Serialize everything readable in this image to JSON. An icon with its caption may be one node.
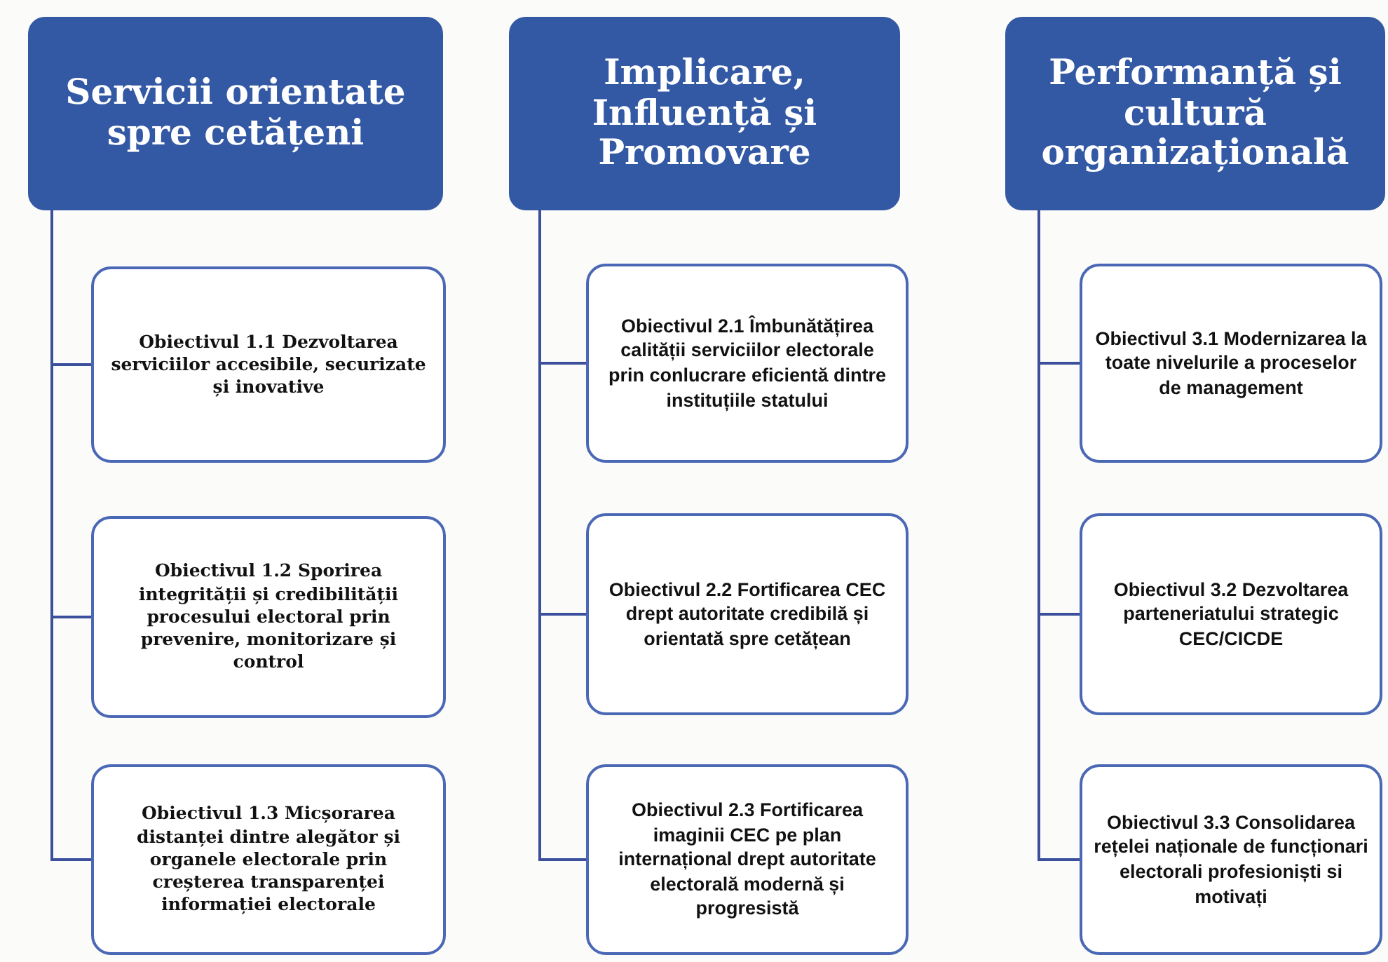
{
  "diagram": {
    "nodes": [
      {
        "text": [
          "Servicii orientate spre cetățeni"
        ]
      },
      {
        "text": [
          "Obiectivul 1.1 Dezvoltarea serviciilor accesibile, securizate și inovative"
        ]
      },
      {
        "text": [
          "Obiectivul 1.2 Sporirea integrității și credibilității procesului electoral prin prevenire, monitorizare și control"
        ]
      },
      {
        "text": [
          "Obiectivul 1.3 Micșorarea distanței dintre alegător și organele electorale prin creșterea transparenței informației electorale"
        ]
      },
      {
        "text": [
          "Implicare, Influență și Promovare"
        ]
      },
      {
        "text": [
          "Obiectivul 2.1 Îmbunătățirea calității serviciilor electorale prin conlucrare eficientă dintre instituțiile statului"
        ]
      },
      {
        "text": [
          "Obiectivul 2.2 Fortificarea CEC drept autoritate credibilă și orientată spre cetățean"
        ]
      },
      {
        "text": [
          "Obiectivul 2.3 Fortificarea imaginii CEC pe plan internațional drept autoritate electorală modernă și progresistă"
        ]
      },
      {
        "text": [
          "Performanță și cultură organizațională"
        ]
      },
      {
        "text": [
          "Obiectivul 3.1 Modernizarea la toate nivelurile a proceselor de management"
        ]
      },
      {
        "text": [
          "Obiectivul 3.2 Dezvoltarea parteneriatului strategic CEC/CICDE"
        ]
      },
      {
        "text": [
          "Obiectivul 3.3 Consolidarea rețelei naționale de funcționari electorali profesioniști si motivați"
        ]
      }
    ],
    "edges": [
      {
        "from": 0,
        "to": 1,
        "arrow": "none"
      },
      {
        "from": 0,
        "to": 2,
        "arrow": "none"
      },
      {
        "from": 0,
        "to": 3,
        "arrow": "none"
      },
      {
        "from": 4,
        "to": 5,
        "arrow": "none"
      },
      {
        "from": 4,
        "to": 6,
        "arrow": "none"
      },
      {
        "from": 4,
        "to": 7,
        "arrow": "none"
      },
      {
        "from": 8,
        "to": 9,
        "arrow": "none"
      },
      {
        "from": 8,
        "to": 10,
        "arrow": "none"
      },
      {
        "from": 8,
        "to": 11,
        "arrow": "none"
      }
    ]
  }
}
